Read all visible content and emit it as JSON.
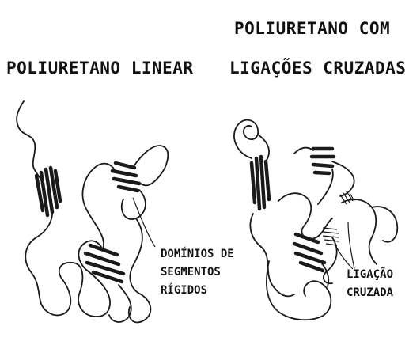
{
  "titles": {
    "linear": "POLIURETANO LINEAR",
    "crosslinked_line1": "POLIURETANO COM",
    "crosslinked_line2": "LIGAÇÕES CRUZADAS"
  },
  "labels": {
    "domains_line1": "DOMÍNIOS DE",
    "domains_line2": "SEGMENTOS",
    "domains_line3": "RÍGIDOS",
    "crosslink_line1": "LIGAÇÃO",
    "crosslink_line2": "CRUZADA"
  },
  "colors": {
    "ink": "#1a1a1a",
    "background": "#ffffff"
  }
}
